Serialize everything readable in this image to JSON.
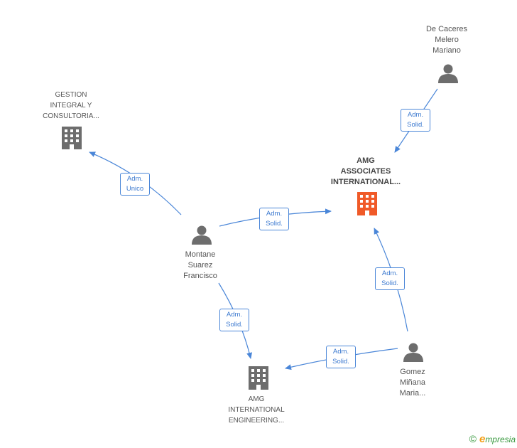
{
  "nodes": {
    "de_caceres": {
      "label": "De Caceres\nMelero\nMariano",
      "type": "person"
    },
    "gestion": {
      "label": "GESTION\nINTEGRAL Y\nCONSULTORIA...",
      "type": "company"
    },
    "amg_associates": {
      "label": "AMG\nASSOCIATES\nINTERNATIONAL...",
      "type": "company-main"
    },
    "montane": {
      "label": "Montane\nSuarez\nFrancisco",
      "type": "person"
    },
    "gomez": {
      "label": "Gomez\nMiñana\nMaria...",
      "type": "person"
    },
    "amg_engineering": {
      "label": "AMG\nINTERNATIONAL\nENGINEERING...",
      "type": "company"
    }
  },
  "edges": [
    {
      "id": "e1",
      "from": "de_caceres",
      "to": "amg_associates",
      "line1": "Adm.",
      "line2": "Solid."
    },
    {
      "id": "e2",
      "from": "montane",
      "to": "gestion",
      "line1": "Adm.",
      "line2": "Unico"
    },
    {
      "id": "e3",
      "from": "montane",
      "to": "amg_associates",
      "line1": "Adm.",
      "line2": "Solid."
    },
    {
      "id": "e4",
      "from": "montane",
      "to": "amg_engineering",
      "line1": "Adm.",
      "line2": "Solid."
    },
    {
      "id": "e5",
      "from": "gomez",
      "to": "amg_associates",
      "line1": "Adm.",
      "line2": "Solid."
    },
    {
      "id": "e6",
      "from": "gomez",
      "to": "amg_engineering",
      "line1": "Adm.",
      "line2": "Solid."
    }
  ],
  "footer": {
    "copyright": "©",
    "brand_initial": "e",
    "brand_rest": "mpresia"
  },
  "colors": {
    "edge": "#4a86d8",
    "node_icon": "#6d6d6d",
    "main_icon": "#f05a28"
  }
}
